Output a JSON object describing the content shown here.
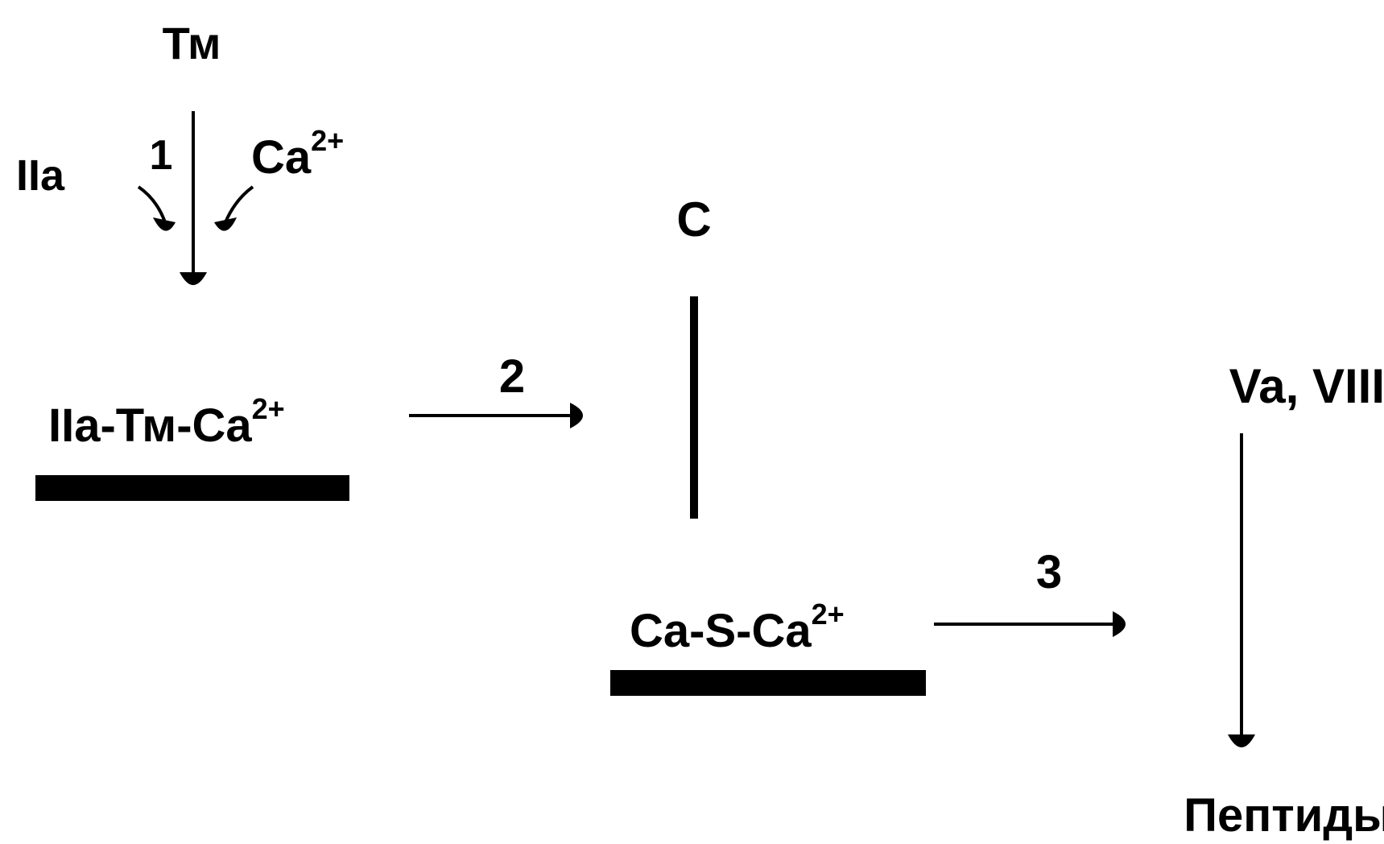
{
  "diagram": {
    "nodes": {
      "tm": "Тм",
      "iia": "IIa",
      "ca_ion": {
        "base": "Ca",
        "sup": "2+"
      },
      "complex_iia_tm_ca": {
        "base": "IIa-Тм-Ca",
        "sup": "2+"
      },
      "protein_c": "C",
      "complex_ca_s_ca": {
        "base": "Ca-S-Ca",
        "sup": "2+"
      },
      "factors_va_viiia": "Va, VIIIa",
      "peptides": "Пептиды"
    },
    "steps": {
      "step1": "1",
      "step2": "2",
      "step3": "3"
    },
    "colors": {
      "ink": "#000000",
      "background": "#ffffff"
    }
  }
}
